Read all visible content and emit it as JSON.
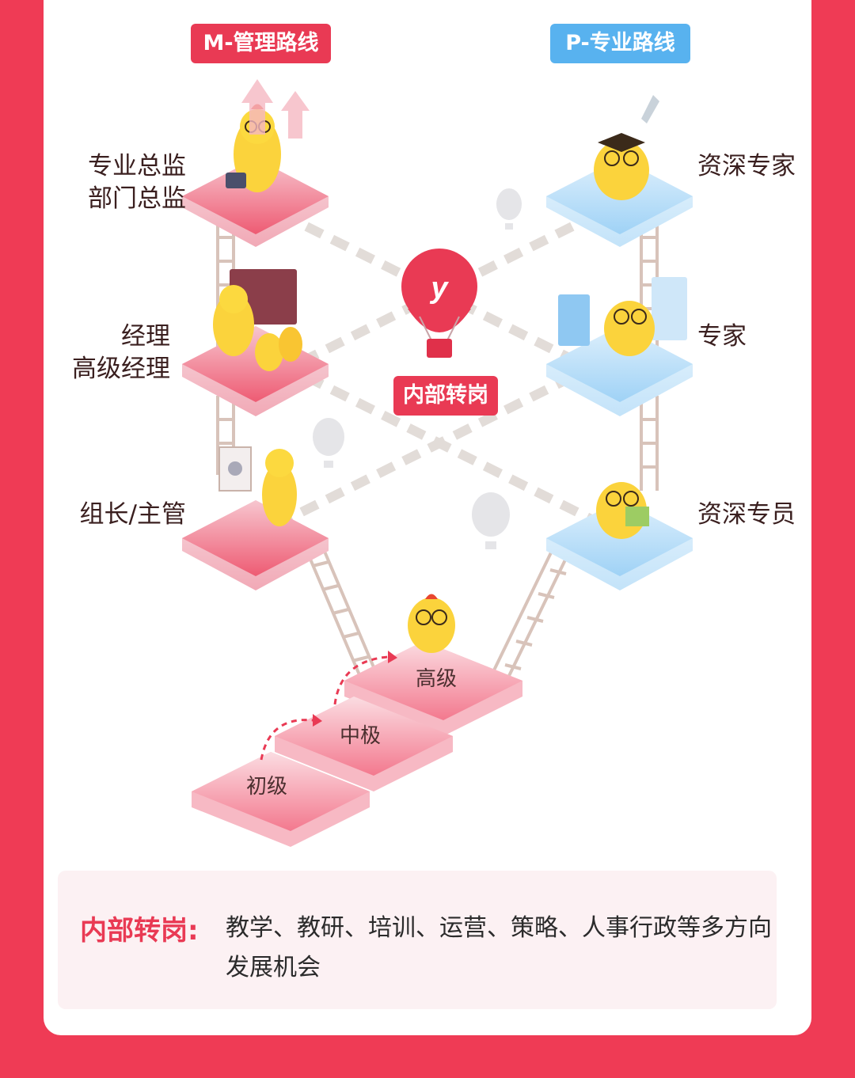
{
  "colors": {
    "background": "#ef3b55",
    "card": "#ffffff",
    "management": "#e93a54",
    "professional": "#58b2ef",
    "info_bg": "#fcf1f3"
  },
  "paths": {
    "management": {
      "title": "M-管理路线",
      "levels": [
        {
          "lines": [
            "专业总监",
            "部门总监"
          ]
        },
        {
          "lines": [
            "经理",
            "高级经理"
          ]
        },
        {
          "lines": [
            "组长/主管"
          ]
        }
      ]
    },
    "professional": {
      "title": "P-专业路线",
      "levels": [
        {
          "lines": [
            "资深专家"
          ]
        },
        {
          "lines": [
            "专家"
          ]
        },
        {
          "lines": [
            "资深专员"
          ]
        }
      ]
    },
    "transfer": {
      "label": "内部转岗",
      "balloon_letter": "y"
    }
  },
  "stairs": [
    "初级",
    "中极",
    "高级"
  ],
  "info": {
    "title": "内部转岗:",
    "text": "教学、教研、培训、运营、策略、人事行政等多方向发展机会"
  }
}
